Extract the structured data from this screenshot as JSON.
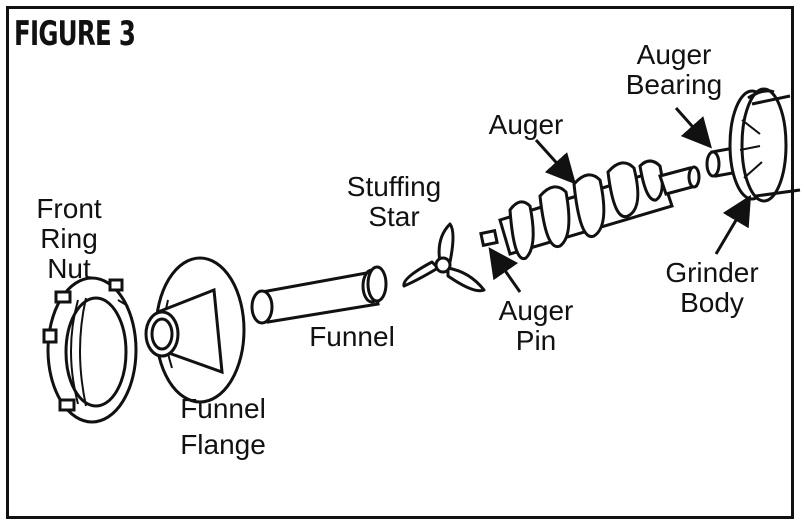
{
  "figure": {
    "title": "FIGURE 3"
  },
  "labels": {
    "front_ring_nut": [
      "Front",
      "Ring",
      "Nut"
    ],
    "funnel_flange": [
      "Funnel",
      "Flange"
    ],
    "funnel": "Funnel",
    "stuffing_star": [
      "Stuffing",
      "Star"
    ],
    "auger": "Auger",
    "auger_pin": [
      "Auger",
      "Pin"
    ],
    "auger_bearing": [
      "Auger",
      "Bearing"
    ],
    "grinder_body": [
      "Grinder",
      "Body"
    ]
  },
  "colors": {
    "ink": "#111111",
    "paper": "#ffffff",
    "shade": "#d9d9d9"
  }
}
